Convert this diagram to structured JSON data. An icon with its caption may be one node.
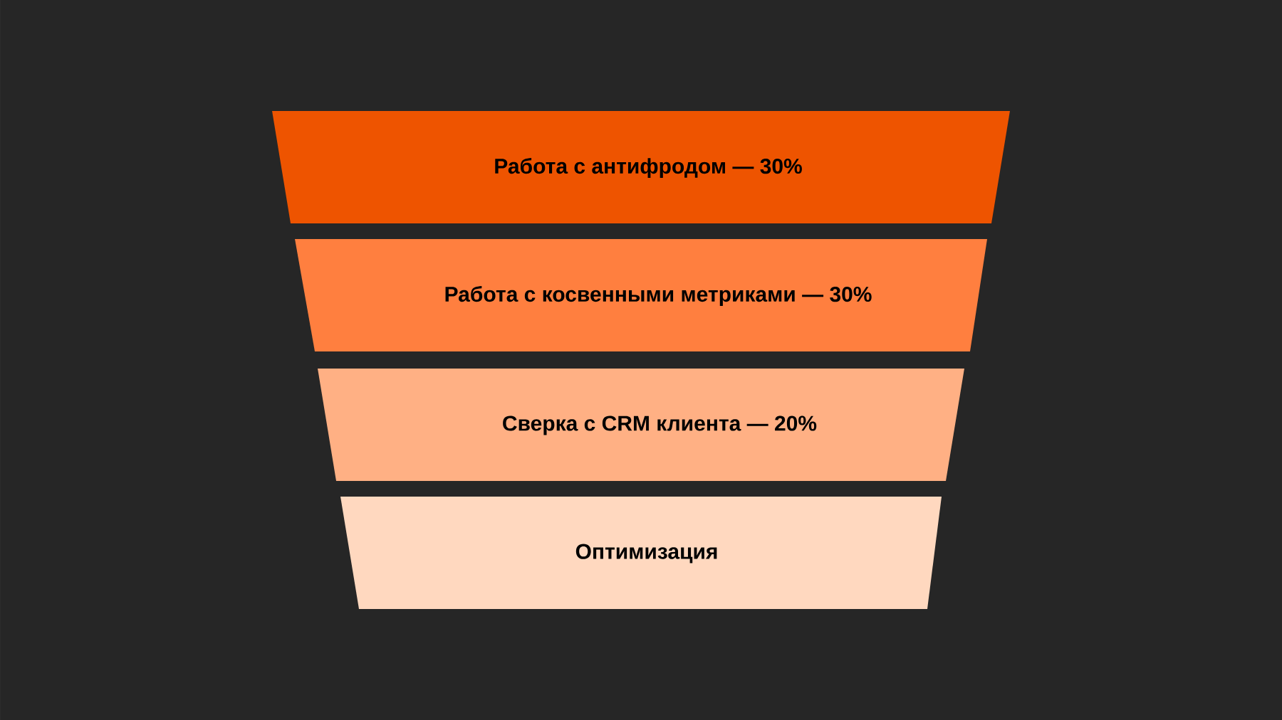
{
  "diagram": {
    "nodes": [
      {
        "text": [
          "Работа с антифродом — 30%"
        ]
      },
      {
        "text": [
          "Работа с косвенными метриками — 30%"
        ]
      },
      {
        "text": [
          "Сверка с CRM клиента — 20%"
        ]
      },
      {
        "text": [
          "Оптимизация"
        ]
      }
    ]
  }
}
